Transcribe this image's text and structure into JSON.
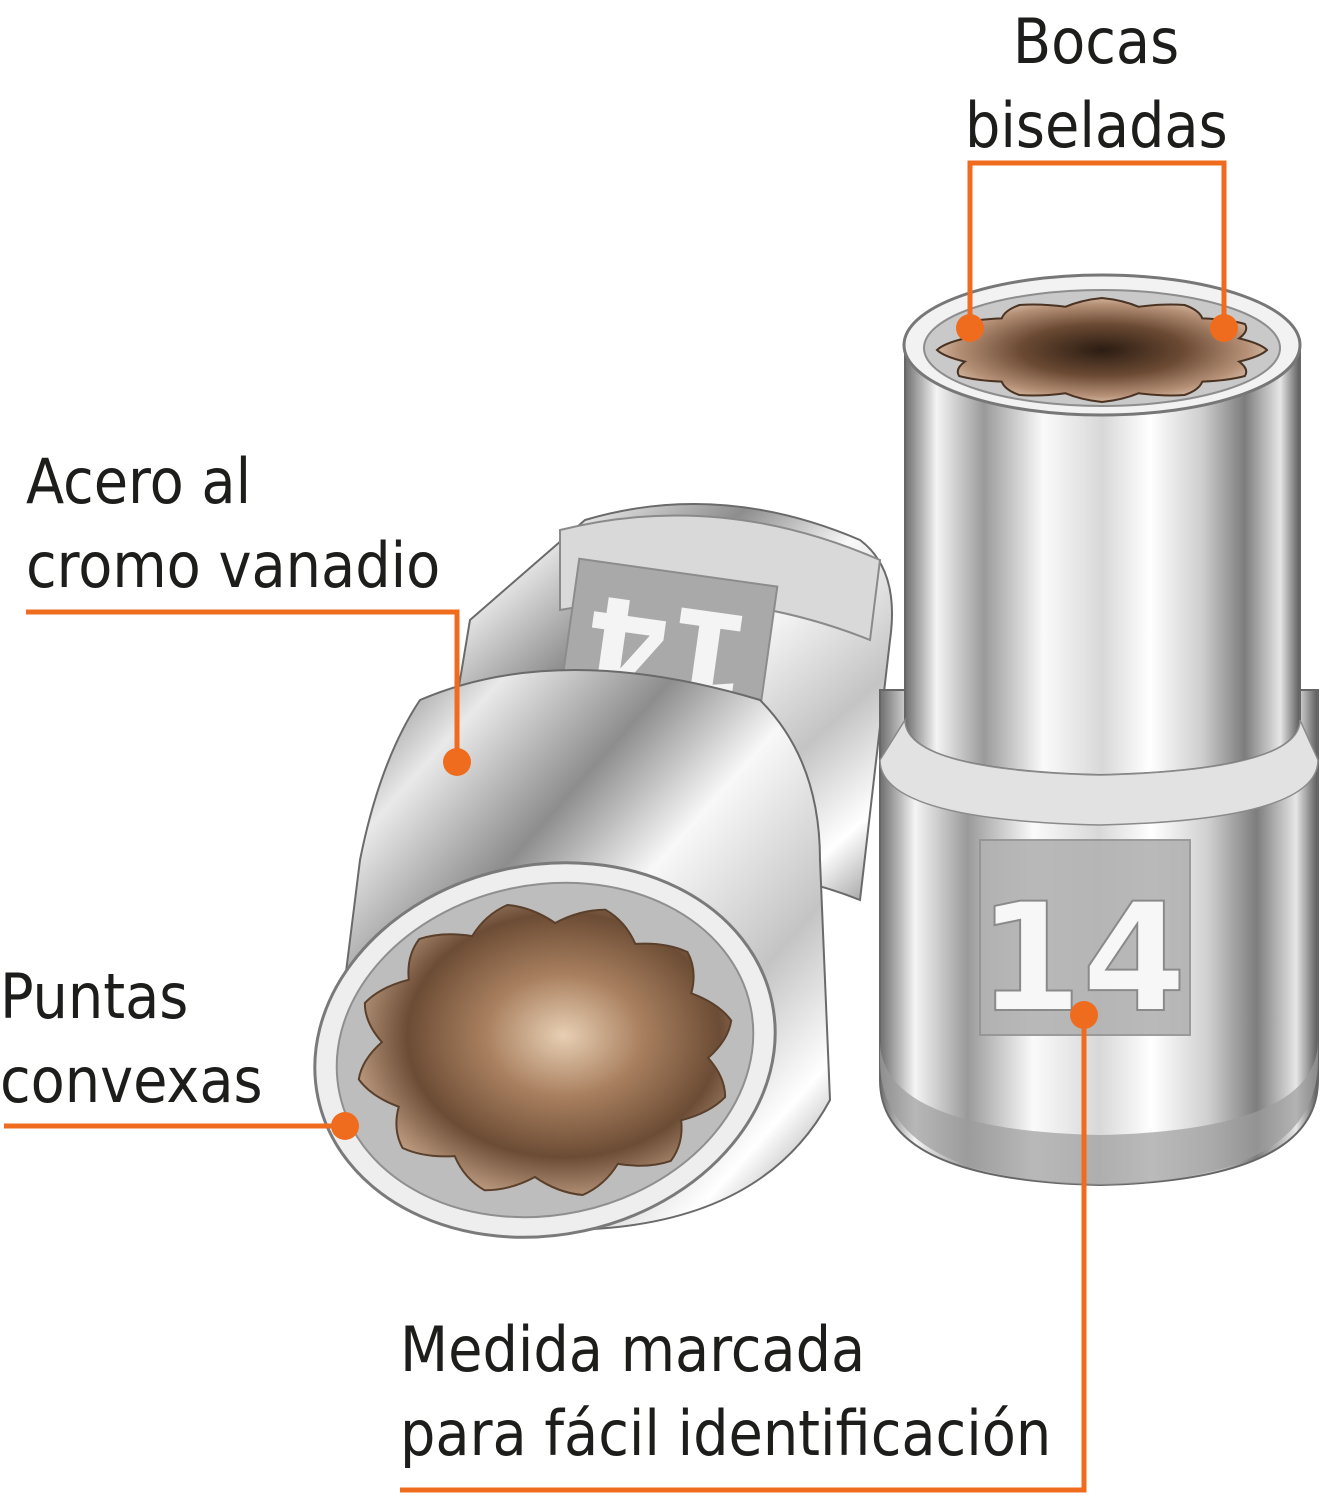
{
  "accent_color": "#ef6c1f",
  "socket_size_marking": "14",
  "labels": {
    "bocas": {
      "line1": "Bocas",
      "line2": "biseladas"
    },
    "acero": {
      "line1": "Acero al",
      "line2": "cromo vanadio"
    },
    "puntas": {
      "line1": "Puntas",
      "line2": "convexas"
    },
    "medida": {
      "line1": "Medida marcada",
      "line2": "para fácil identificación"
    }
  }
}
